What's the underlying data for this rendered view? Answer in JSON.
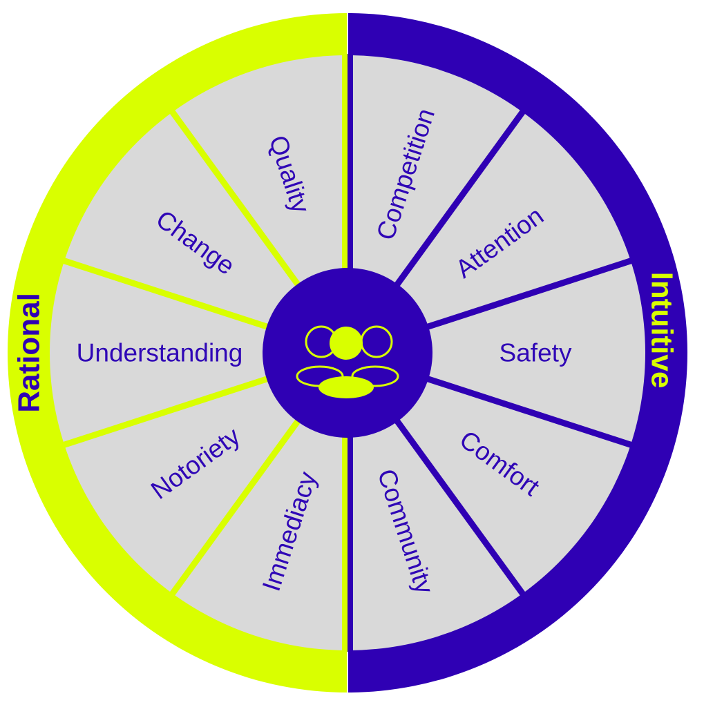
{
  "colors": {
    "rational": "#d9ff00",
    "intuitive": "#2f00b4",
    "segment_fill": "#d9d9d9",
    "label_text": "#2f06b6"
  },
  "rational": {
    "label": "Rational",
    "segments": [
      "Immediacy",
      "Notoriety",
      "Understanding",
      "Change",
      "Quality"
    ]
  },
  "intuitive": {
    "label": "Intuitive",
    "segments": [
      "Competition",
      "Attention",
      "Safety",
      "Comfort",
      "Community"
    ]
  },
  "center_icon": "group-of-people-icon"
}
